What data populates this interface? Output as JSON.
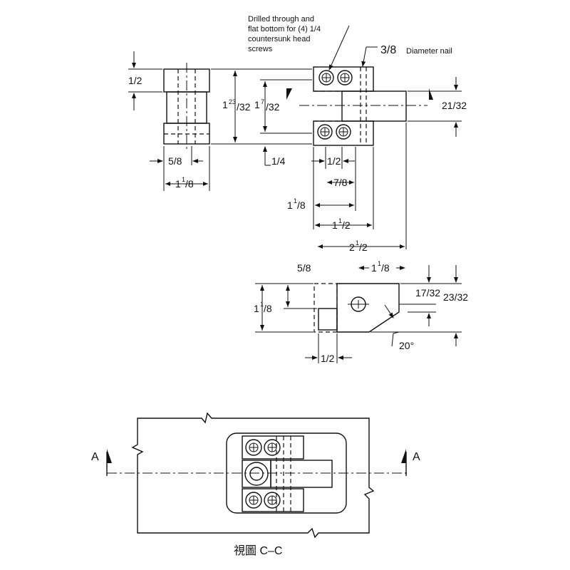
{
  "notes": {
    "drill_line1": "Drilled through and",
    "drill_line2": "flat bottom for (4) 1/4",
    "drill_line3": "countersunk head",
    "drill_line4": "screws",
    "nail_size": "3/8",
    "nail_label": "Diameter nail"
  },
  "dims": {
    "half_top": "1/2",
    "d_1_23_32_whole": "1",
    "d_1_23_32_sup": "23",
    "d_1_23_32_den": "/32",
    "d_1_7_32_whole": "1",
    "d_1_7_32_sup": "7",
    "d_1_7_32_den": "/32",
    "d_21_32": "21/32",
    "d_1_4": "1/4",
    "d_5_8_side": "5/8",
    "d_1_1_8_side_whole": "1",
    "d_1_1_8_side_sup": "1",
    "d_1_1_8_side_den": "/8",
    "d_half_front": "1/2",
    "d_7_8": "7/8",
    "d_1_1_8_front_whole": "1",
    "d_1_1_8_front_sup": "1",
    "d_1_1_8_front_den": "/8",
    "d_1_1_2_whole": "1",
    "d_1_1_2_sup": "1",
    "d_1_1_2_den": "/2",
    "d_2_1_2_whole": "2",
    "d_2_1_2_sup": "1",
    "d_2_1_2_den": "/2",
    "d_5_8_lower": "5/8",
    "d_1_1_8_lower_whole": "1",
    "d_1_1_8_lower_sup": "1",
    "d_1_1_8_lower_den": "/8",
    "d_1_1_8_left_whole": "1",
    "d_1_1_8_left_sup": "1",
    "d_1_1_8_left_den": "/8",
    "d_17_32": "17/32",
    "d_23_32": "23/32",
    "d_20deg": "20°",
    "d_half_bottom": "1/2"
  },
  "section": {
    "arrow_left": "A",
    "arrow_right": "A",
    "caption": "視圖 C–C"
  }
}
